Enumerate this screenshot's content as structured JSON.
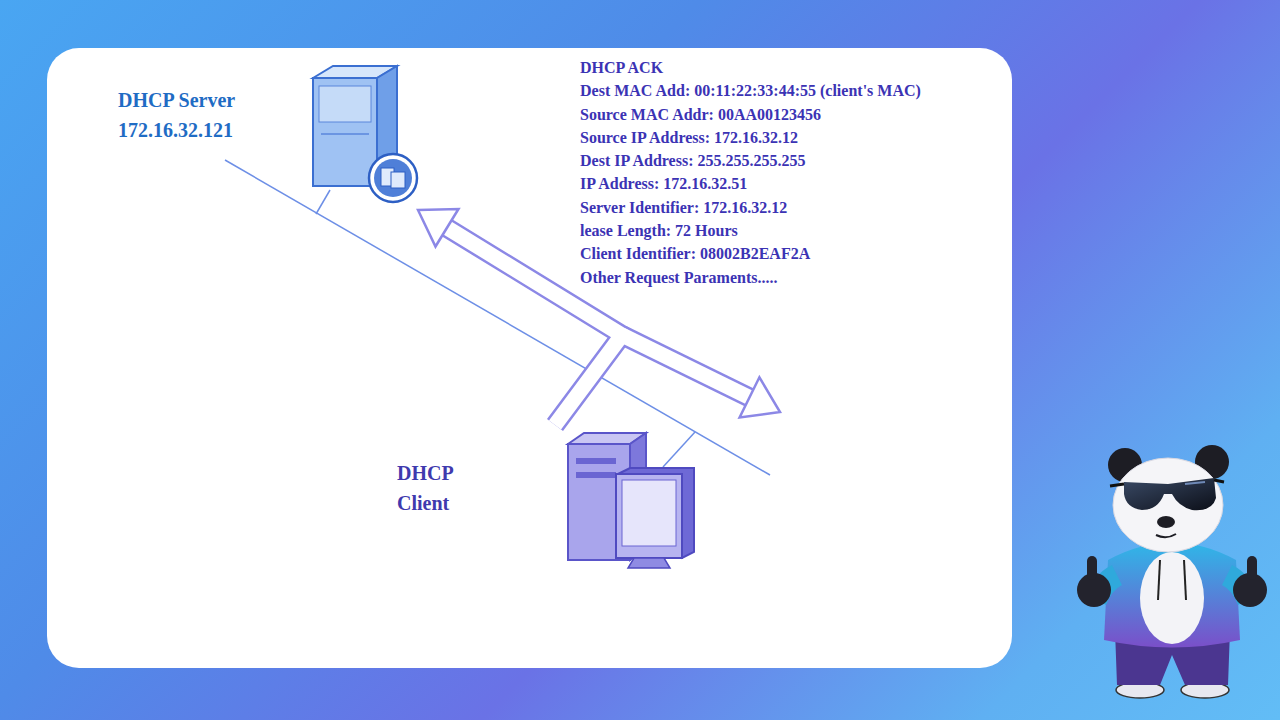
{
  "diagram": {
    "nodes": [
      {
        "text": [
          "DHCP Server 172.16.32.121"
        ]
      },
      {
        "text": [
          "DHCP Client"
        ]
      }
    ],
    "edges": [
      {
        "from": 1,
        "to": 0,
        "arrow": "to"
      }
    ],
    "labels": [
      "DHCP ACK",
      "Dest MAC Add: 00:11:22:33:44:55 (client's MAC)",
      "Source MAC Addr: 00AA00123456",
      "Source IP Address: 172.16.32.12",
      "Dest IP Address: 255.255.255.255",
      "IP Address: 172.16.32.51",
      "Server Identifier: 172.16.32.12",
      "lease Length: 72 Hours",
      "Client Identifier: 08002B2EAF2A",
      "Other Request Paraments....."
    ]
  }
}
